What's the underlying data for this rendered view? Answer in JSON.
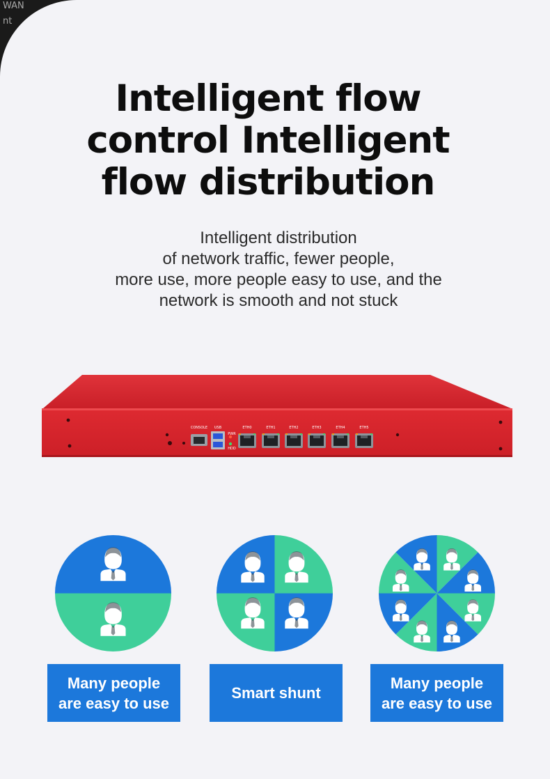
{
  "corner_text": [
    "WAN",
    "nt"
  ],
  "headline": {
    "line1": "Intelligent flow",
    "line2": "control Intelligent",
    "line3": "flow distribution"
  },
  "subtitle": {
    "line1": "Intelligent distribution",
    "line2": "of network traffic, fewer people,",
    "line3": "more use, more people easy to use, and the",
    "line4": "network is smooth and not stuck"
  },
  "device": {
    "port_labels": [
      "CONSOLE",
      "USB",
      "ETH0",
      "ETH1",
      "ETH2",
      "ETH3",
      "ETH4",
      "ETH5"
    ],
    "led_labels": [
      "PWR",
      "HDD"
    ],
    "color": "#d8252d"
  },
  "colors": {
    "blue": "#1c78db",
    "green": "#3fcf9a"
  },
  "features": [
    {
      "icon": "two-segment-user-circle",
      "line1": "Many people",
      "line2": "are easy to use"
    },
    {
      "icon": "four-segment-user-circle",
      "line1": "Smart shunt",
      "line2": ""
    },
    {
      "icon": "eight-segment-user-circle",
      "line1": "Many people",
      "line2": "are easy to use"
    }
  ]
}
